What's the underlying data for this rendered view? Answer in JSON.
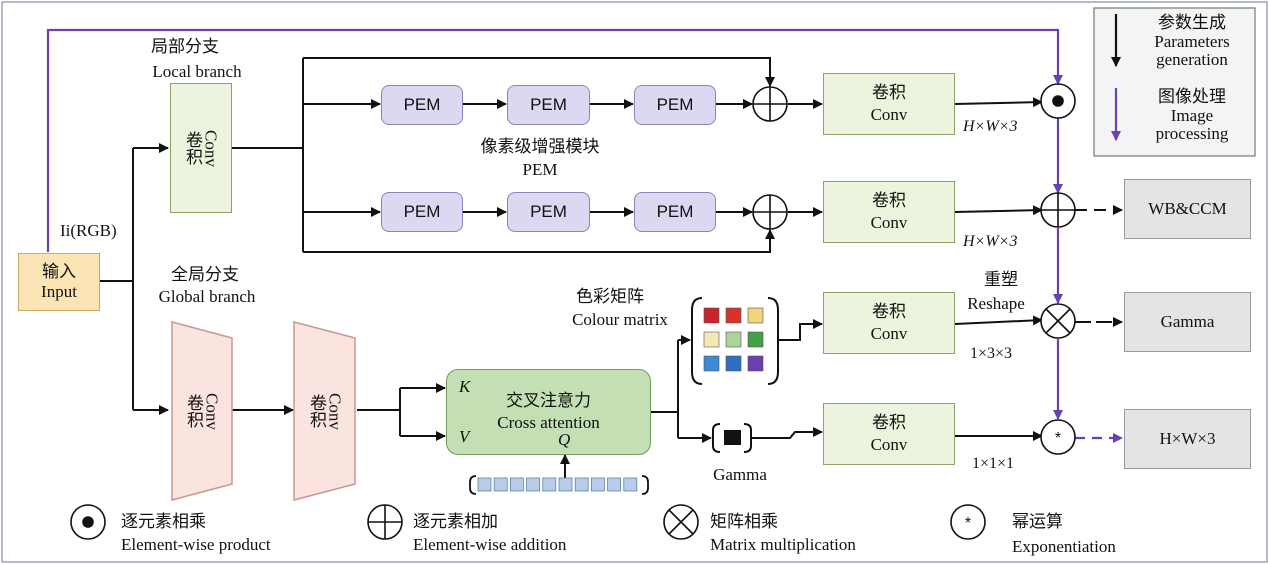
{
  "input": {
    "zh": "输入",
    "en": "Input"
  },
  "input_label": "Ii(RGB)",
  "local_branch": {
    "zh": "局部分支",
    "en": "Local branch"
  },
  "global_branch": {
    "zh": "全局分支",
    "en": "Global branch"
  },
  "conv": {
    "zh": "卷积",
    "en": "Conv"
  },
  "pem": "PEM",
  "pem_caption": {
    "zh": "像素级增强模块",
    "en": "PEM"
  },
  "cross_attention": {
    "zh": "交叉注意力",
    "en": "Cross attention",
    "k": "K",
    "v": "V",
    "q": "Q"
  },
  "colour_matrix": {
    "zh": "色彩矩阵",
    "en": "Colour matrix"
  },
  "gamma_small": "Gamma",
  "reshape": {
    "zh": "重塑",
    "en": "Reshape"
  },
  "dims": {
    "hw3_a": "H×W×3",
    "hw3_b": "H×W×3",
    "d133": "1×3×3",
    "d111": "1×1×1"
  },
  "outputs": {
    "wbccm": "WB&CCM",
    "gamma": "Gamma",
    "hw3": "H×W×3"
  },
  "top_legend": {
    "params": {
      "zh": "参数生成",
      "en1": "Parameters",
      "en2": "generation"
    },
    "image": {
      "zh": "图像处理",
      "en1": "Image",
      "en2": "processing"
    }
  },
  "bottom_legend": {
    "product": {
      "zh": "逐元素相乘",
      "en": "Element-wise product"
    },
    "addition": {
      "zh": "逐元素相加",
      "en": "Element-wise addition"
    },
    "matmul": {
      "zh": "矩阵相乘",
      "en": "Matrix multiplication"
    },
    "expo": {
      "zh": "幂运算",
      "en": "Exponentiation"
    }
  },
  "colors": {
    "purple": "#6a3fb0",
    "matrix": [
      "#c8242a",
      "#d8322e",
      "#f2d27a",
      "#f6e7b8",
      "#a9d49c",
      "#43a047",
      "#3a8ad6",
      "#2e6fc0",
      "#6a3fb0"
    ]
  }
}
